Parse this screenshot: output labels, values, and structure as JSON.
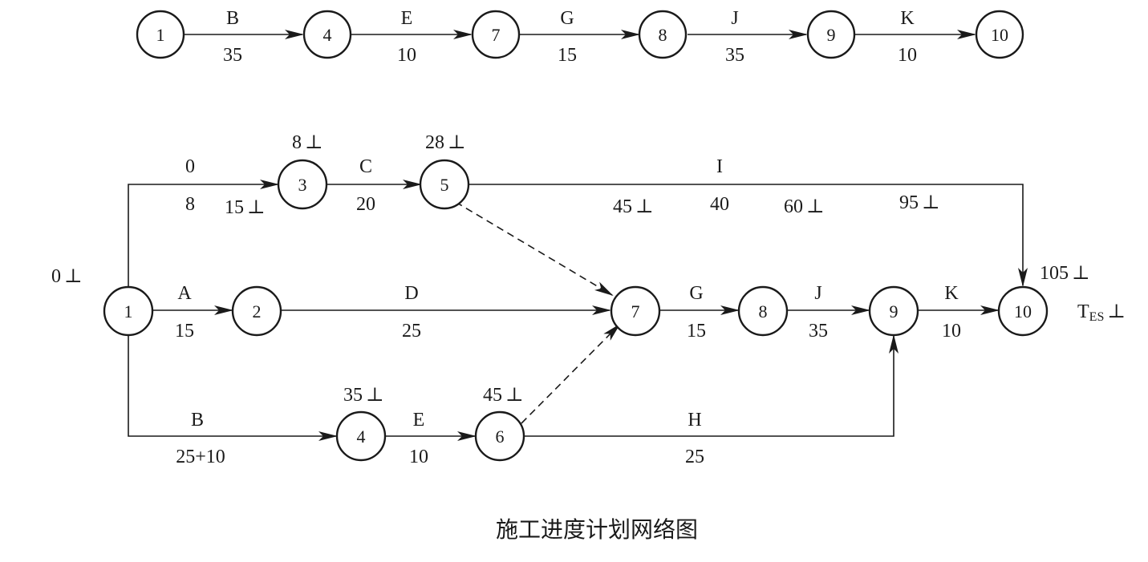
{
  "caption": "施工进度计划网络图",
  "top_chain": {
    "nodes": [
      "1",
      "4",
      "7",
      "8",
      "9",
      "10"
    ],
    "activities": [
      {
        "name": "B",
        "duration": "35"
      },
      {
        "name": "E",
        "duration": "10"
      },
      {
        "name": "G",
        "duration": "15"
      },
      {
        "name": "J",
        "duration": "35"
      },
      {
        "name": "K",
        "duration": "10"
      }
    ]
  },
  "network": {
    "nodes": [
      "1",
      "2",
      "3",
      "4",
      "5",
      "6",
      "7",
      "8",
      "9",
      "10"
    ],
    "activities": {
      "to3": {
        "name": "0",
        "duration": "8"
      },
      "C": {
        "name": "C",
        "duration": "20"
      },
      "I": {
        "name": "I",
        "duration": "40"
      },
      "A": {
        "name": "A",
        "duration": "15"
      },
      "D": {
        "name": "D",
        "duration": "25"
      },
      "G": {
        "name": "G",
        "duration": "15"
      },
      "J": {
        "name": "J",
        "duration": "35"
      },
      "K": {
        "name": "K",
        "duration": "10"
      },
      "B": {
        "name": "B",
        "duration": "25+10"
      },
      "E": {
        "name": "E",
        "duration": "10"
      },
      "H": {
        "name": "H",
        "duration": "25"
      }
    },
    "time_marks": {
      "start": "0",
      "n3_top": "8",
      "n3_bottom": "15",
      "n5_top": "28",
      "i_45": "45",
      "i_60": "60",
      "i_95": "95",
      "end": "105",
      "n4": "35",
      "n6": "45"
    },
    "tes_label": "T",
    "tes_subscript": "ES",
    "mark_symbol": "⊥"
  },
  "colors": {
    "line": "#1a1a1a",
    "background": "#ffffff"
  }
}
